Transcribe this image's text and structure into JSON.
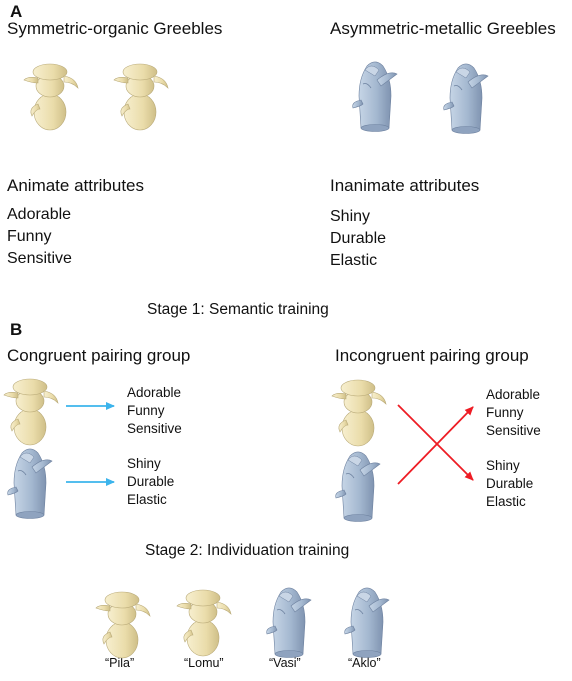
{
  "panel_a": {
    "label": "A",
    "organic_title": "Symmetric-organic Greebles",
    "metallic_title": "Asymmetric-metallic Greebles",
    "animate_title": "Animate attributes",
    "animate_list": [
      "Adorable",
      "Funny",
      "Sensitive"
    ],
    "inanimate_title": "Inanimate attributes",
    "inanimate_list": [
      "Shiny",
      "Durable",
      "Elastic"
    ]
  },
  "stage1": "Stage 1: Semantic training",
  "panel_b": {
    "label": "B",
    "congruent_title": "Congruent pairing group",
    "incongruent_title": "Incongruent pairing group",
    "congruent_top": [
      "Adorable",
      "Funny",
      "Sensitive"
    ],
    "congruent_bottom": [
      "Shiny",
      "Durable",
      "Elastic"
    ],
    "incongruent_top": [
      "Adorable",
      "Funny",
      "Sensitive"
    ],
    "incongruent_bottom": [
      "Shiny",
      "Durable",
      "Elastic"
    ]
  },
  "stage2": "Stage 2: Individuation training",
  "names": [
    "“Pila”",
    "“Lomu”",
    "“Vasi”",
    "“Aklo”"
  ],
  "colors": {
    "organic": "#eee1b4",
    "organic_stroke": "#b9aa78",
    "metallic": "#a9bdd5",
    "metallic_stroke": "#6e82a0",
    "congruent_arrow": "#3cb4ec",
    "incongruent_arrow": "#ee1c24"
  }
}
